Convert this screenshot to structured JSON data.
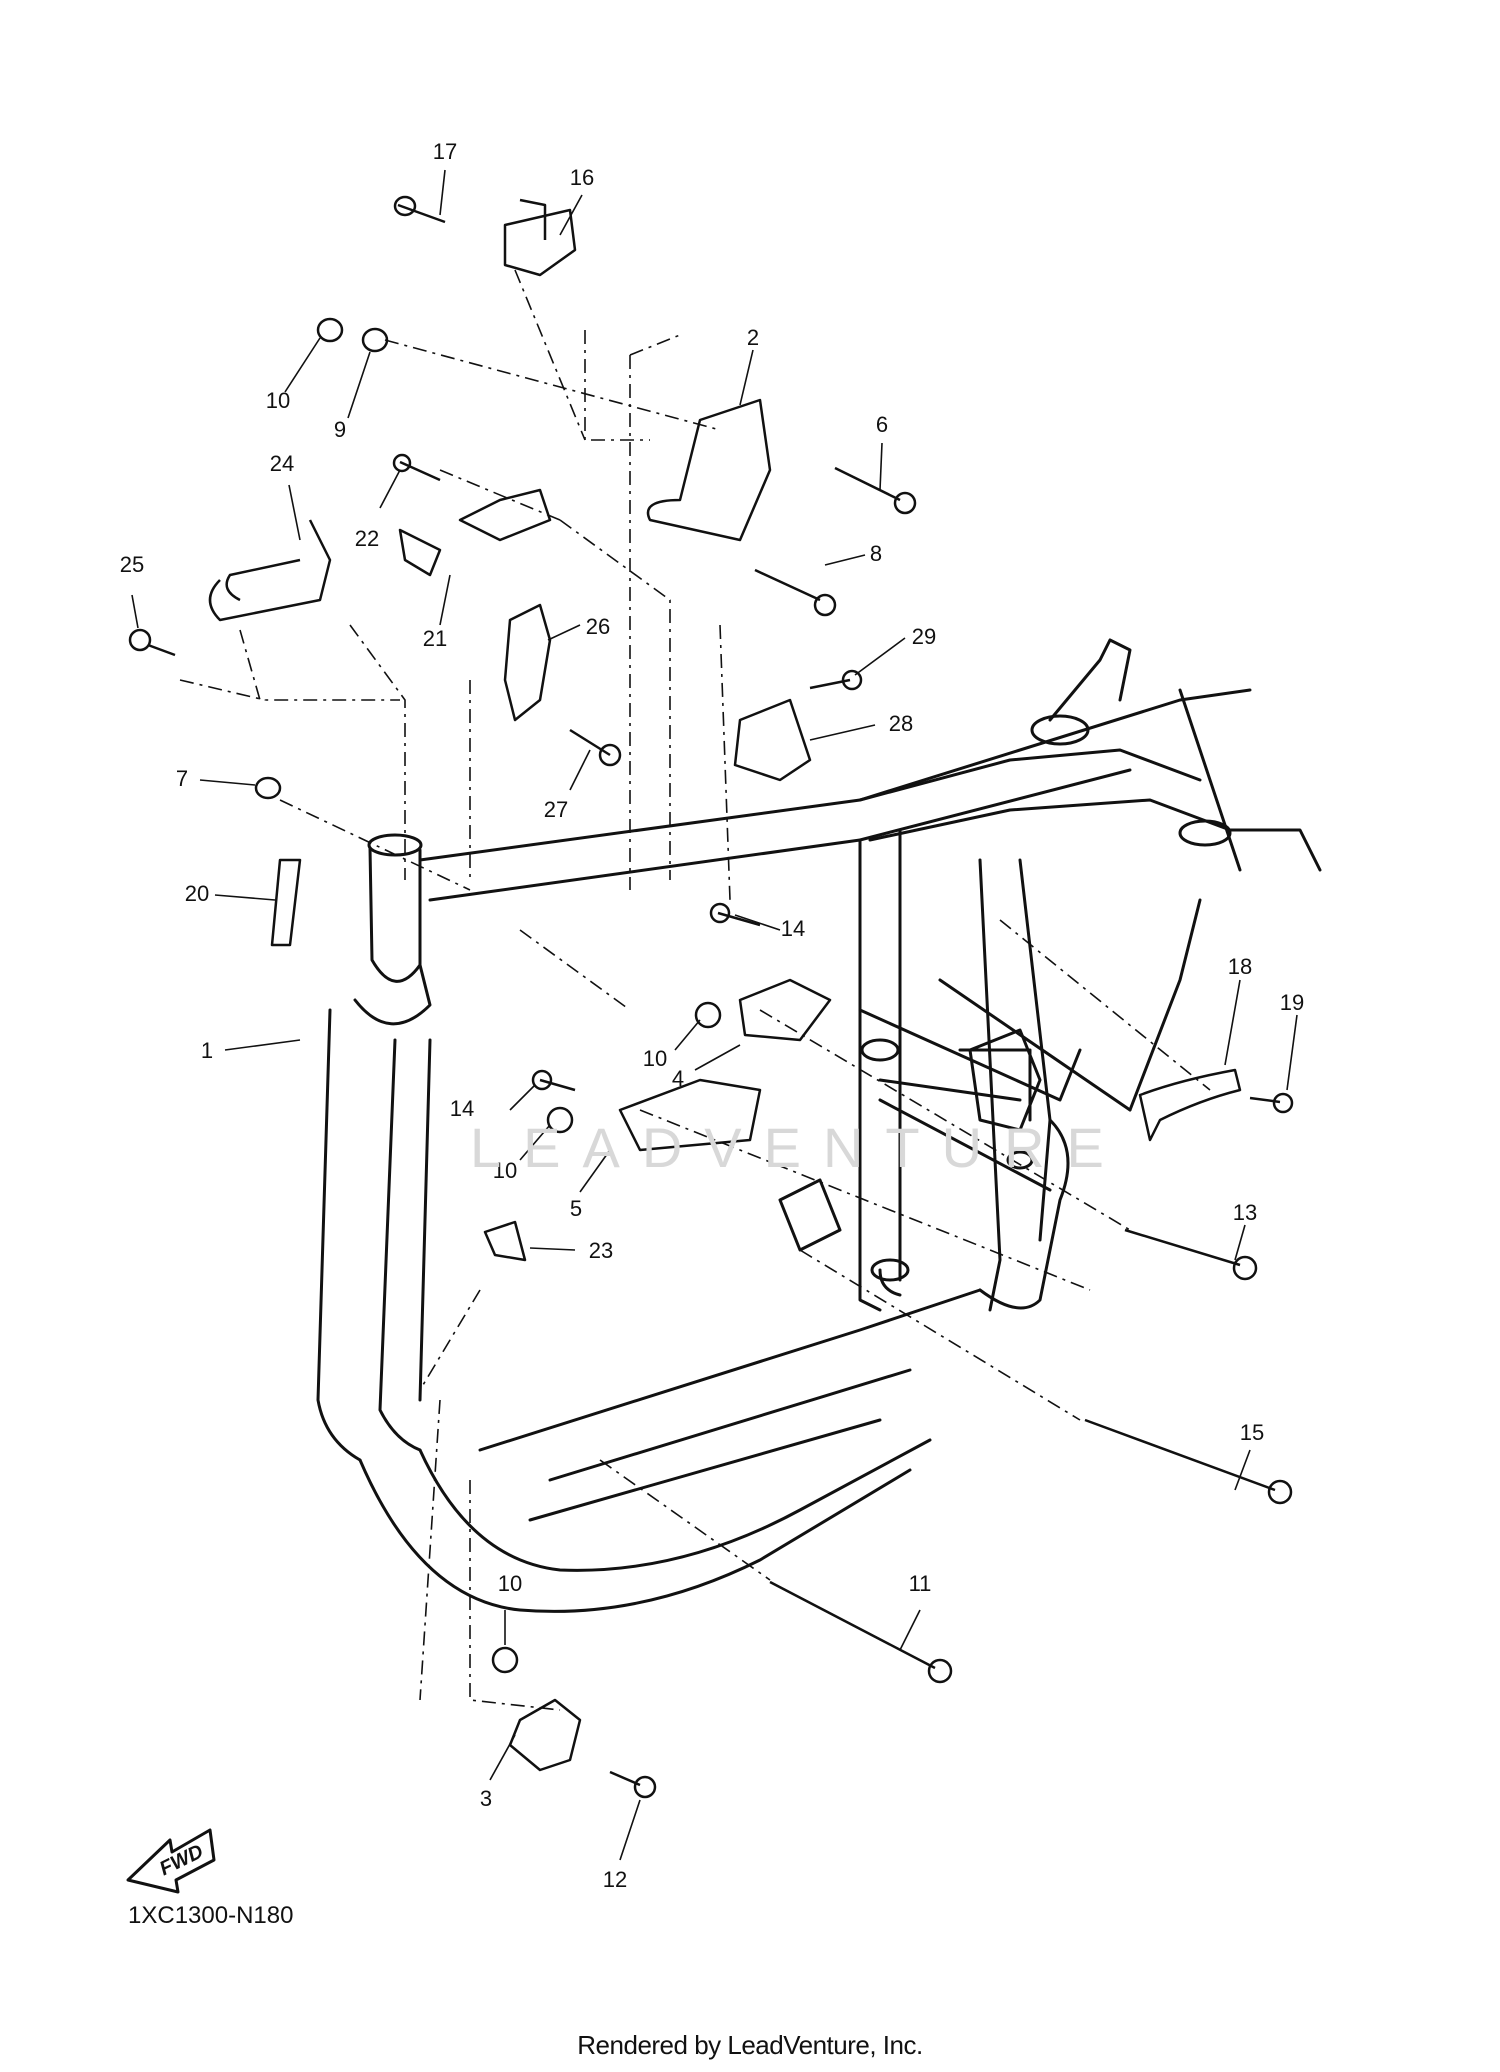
{
  "diagram": {
    "diagram_code": "1XC1300-N180",
    "credit": "Rendered by LeadVenture, Inc.",
    "watermark": "LEADVENTURE",
    "fwd_label": "FWD",
    "callouts": [
      {
        "label": "17"
      },
      {
        "label": "16"
      },
      {
        "label": "2"
      },
      {
        "label": "6"
      },
      {
        "label": "10"
      },
      {
        "label": "9"
      },
      {
        "label": "24"
      },
      {
        "label": "22"
      },
      {
        "label": "8"
      },
      {
        "label": "25"
      },
      {
        "label": "21"
      },
      {
        "label": "26"
      },
      {
        "label": "29"
      },
      {
        "label": "28"
      },
      {
        "label": "27"
      },
      {
        "label": "7"
      },
      {
        "label": "20"
      },
      {
        "label": "14"
      },
      {
        "label": "18"
      },
      {
        "label": "19"
      },
      {
        "label": "10"
      },
      {
        "label": "4"
      },
      {
        "label": "1"
      },
      {
        "label": "14"
      },
      {
        "label": "10"
      },
      {
        "label": "5"
      },
      {
        "label": "13"
      },
      {
        "label": "23"
      },
      {
        "label": "15"
      },
      {
        "label": "11"
      },
      {
        "label": "10"
      },
      {
        "label": "3"
      },
      {
        "label": "12"
      }
    ]
  }
}
